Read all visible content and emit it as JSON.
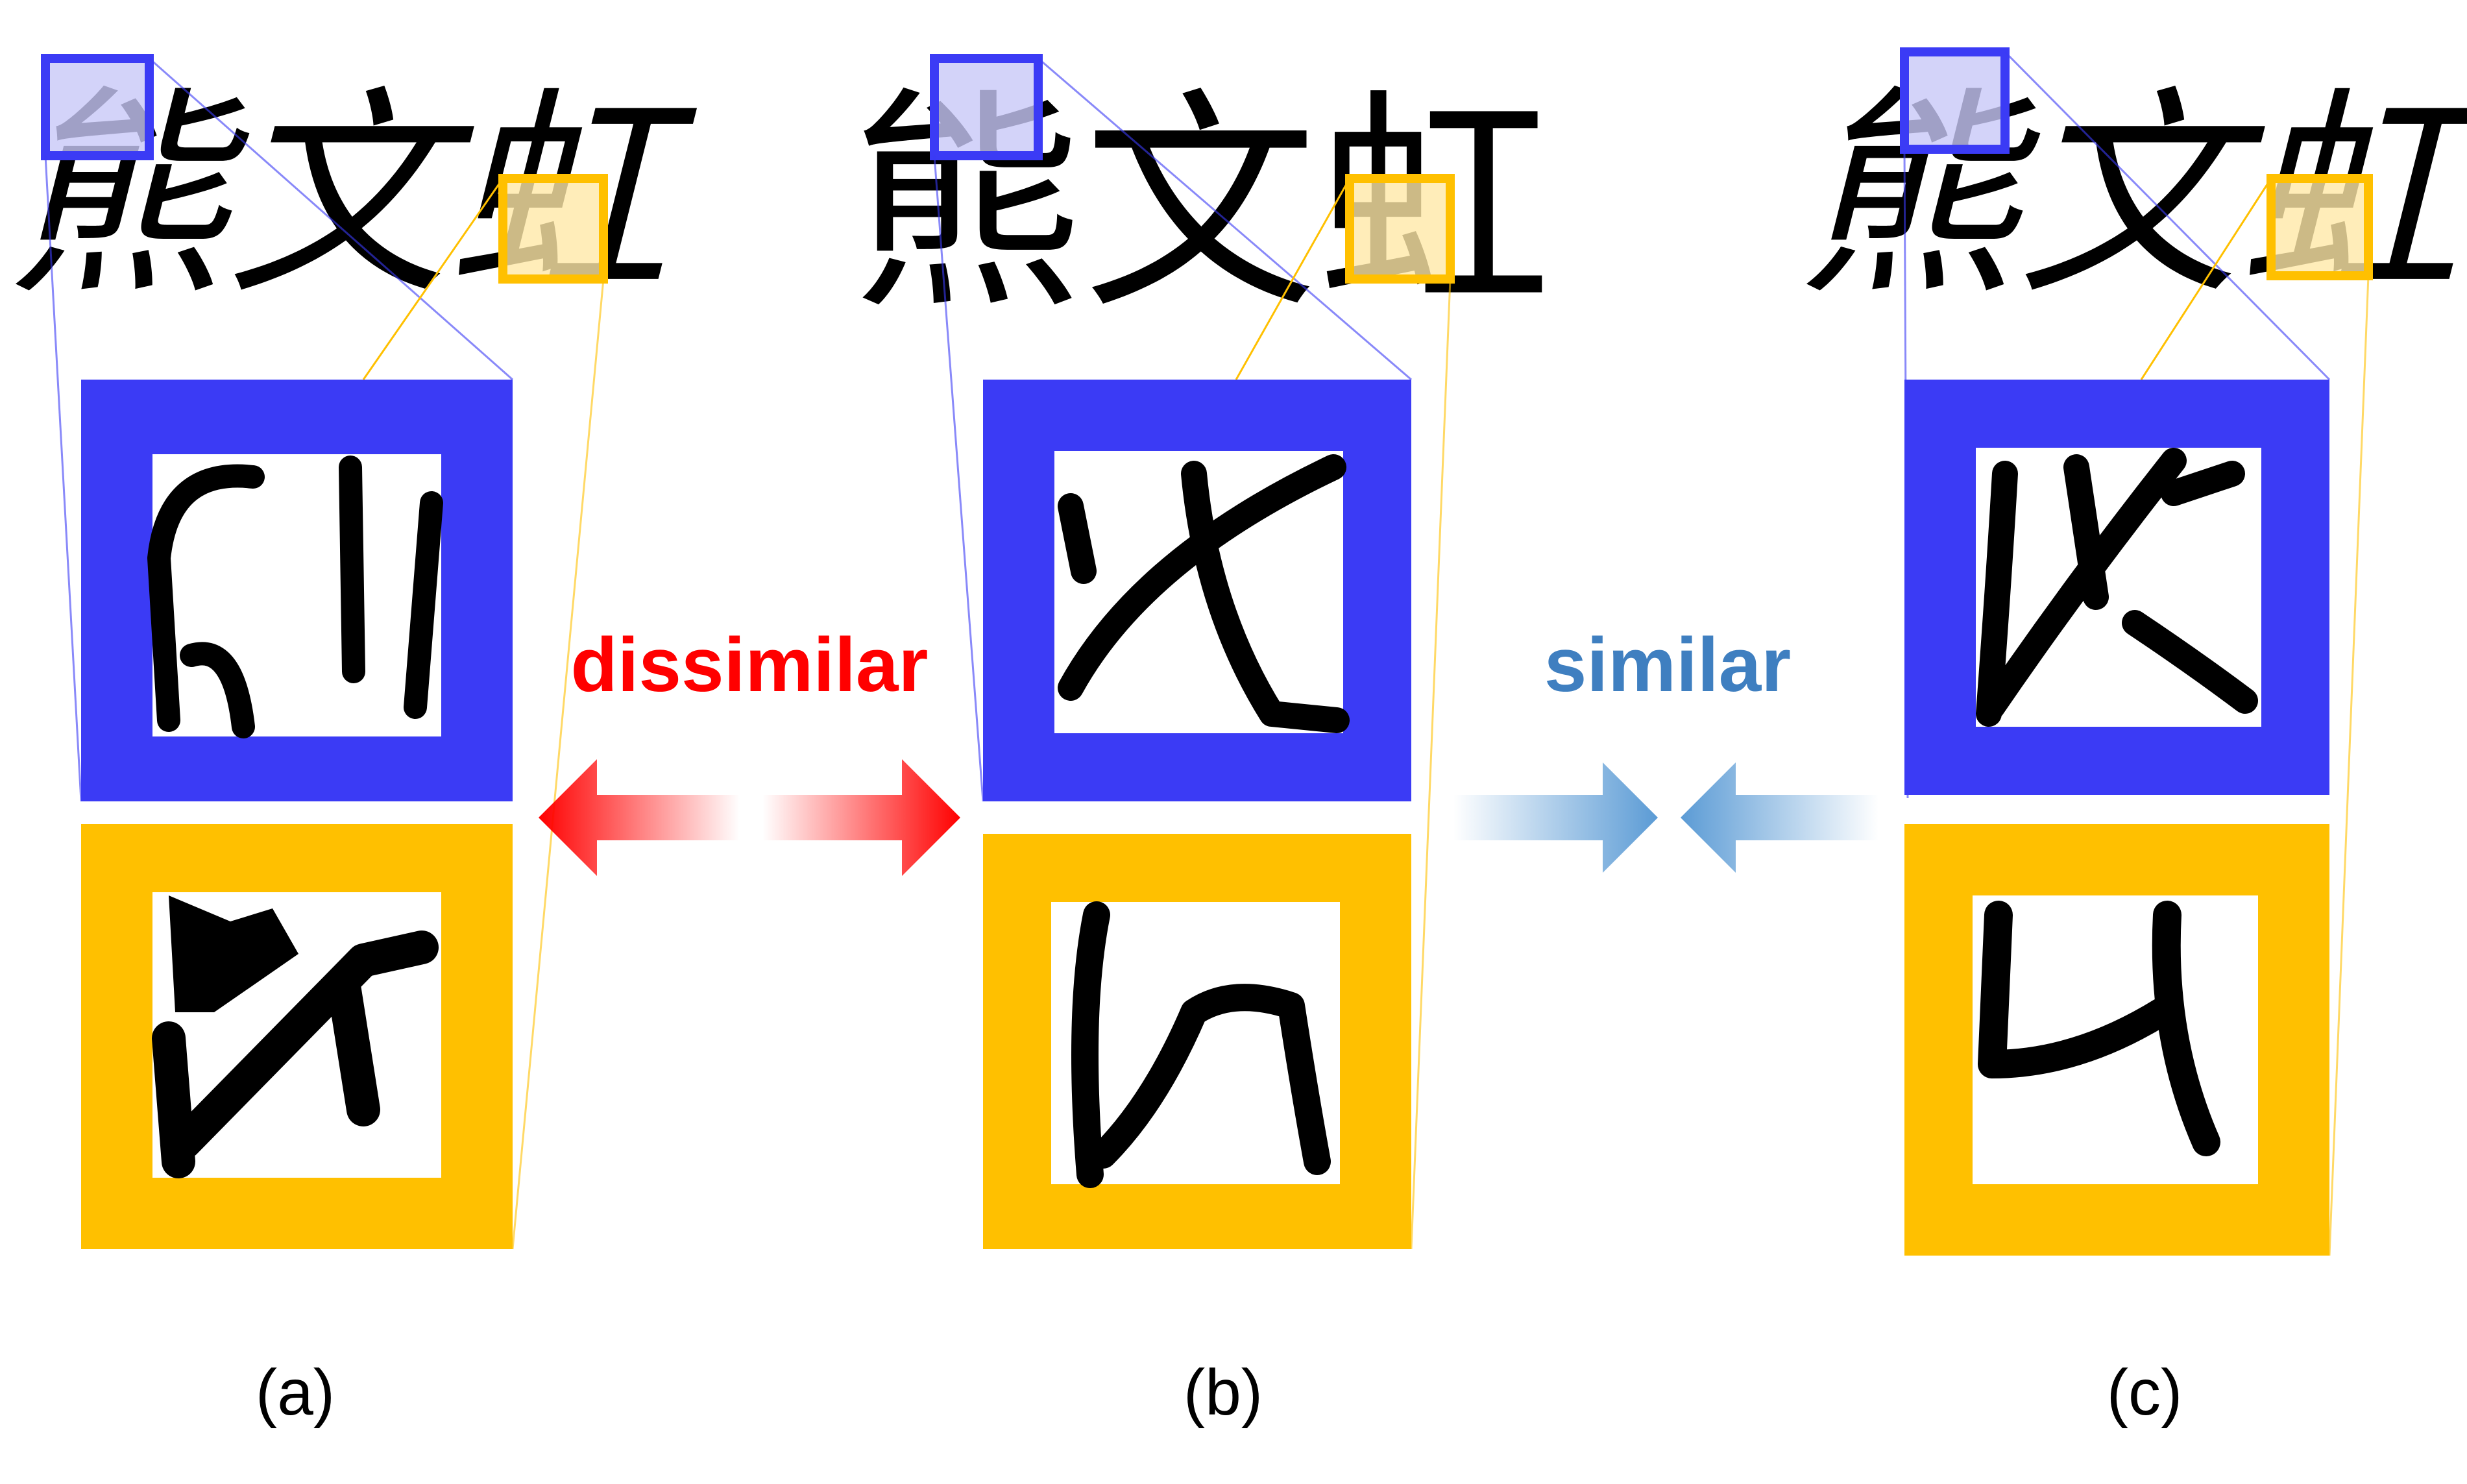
{
  "colors": {
    "blue_frame": "#3b3bf5",
    "yellow_frame": "#ffc000",
    "blue_tint": "#c8c8f8",
    "yellow_tint": "#ffe9a8",
    "dissimilar_text": "#ff0000",
    "similar_text": "#3f7fc0",
    "dissimilar_arrow": "#ff0000",
    "similar_arrow": "#5b9bd5"
  },
  "panels": [
    {
      "id": "a",
      "caption": "(a)",
      "handwriting": "熊文虹"
    },
    {
      "id": "b",
      "caption": "(b)",
      "handwriting": "熊文虹"
    },
    {
      "id": "c",
      "caption": "(c)",
      "handwriting": "熊文虹"
    }
  ],
  "relations": {
    "dissimilar": {
      "label": "dissimilar",
      "between": [
        "a",
        "b"
      ],
      "arrow": "double-outward"
    },
    "similar": {
      "label": "similar",
      "between": [
        "b",
        "c"
      ],
      "arrow": "converging"
    }
  }
}
